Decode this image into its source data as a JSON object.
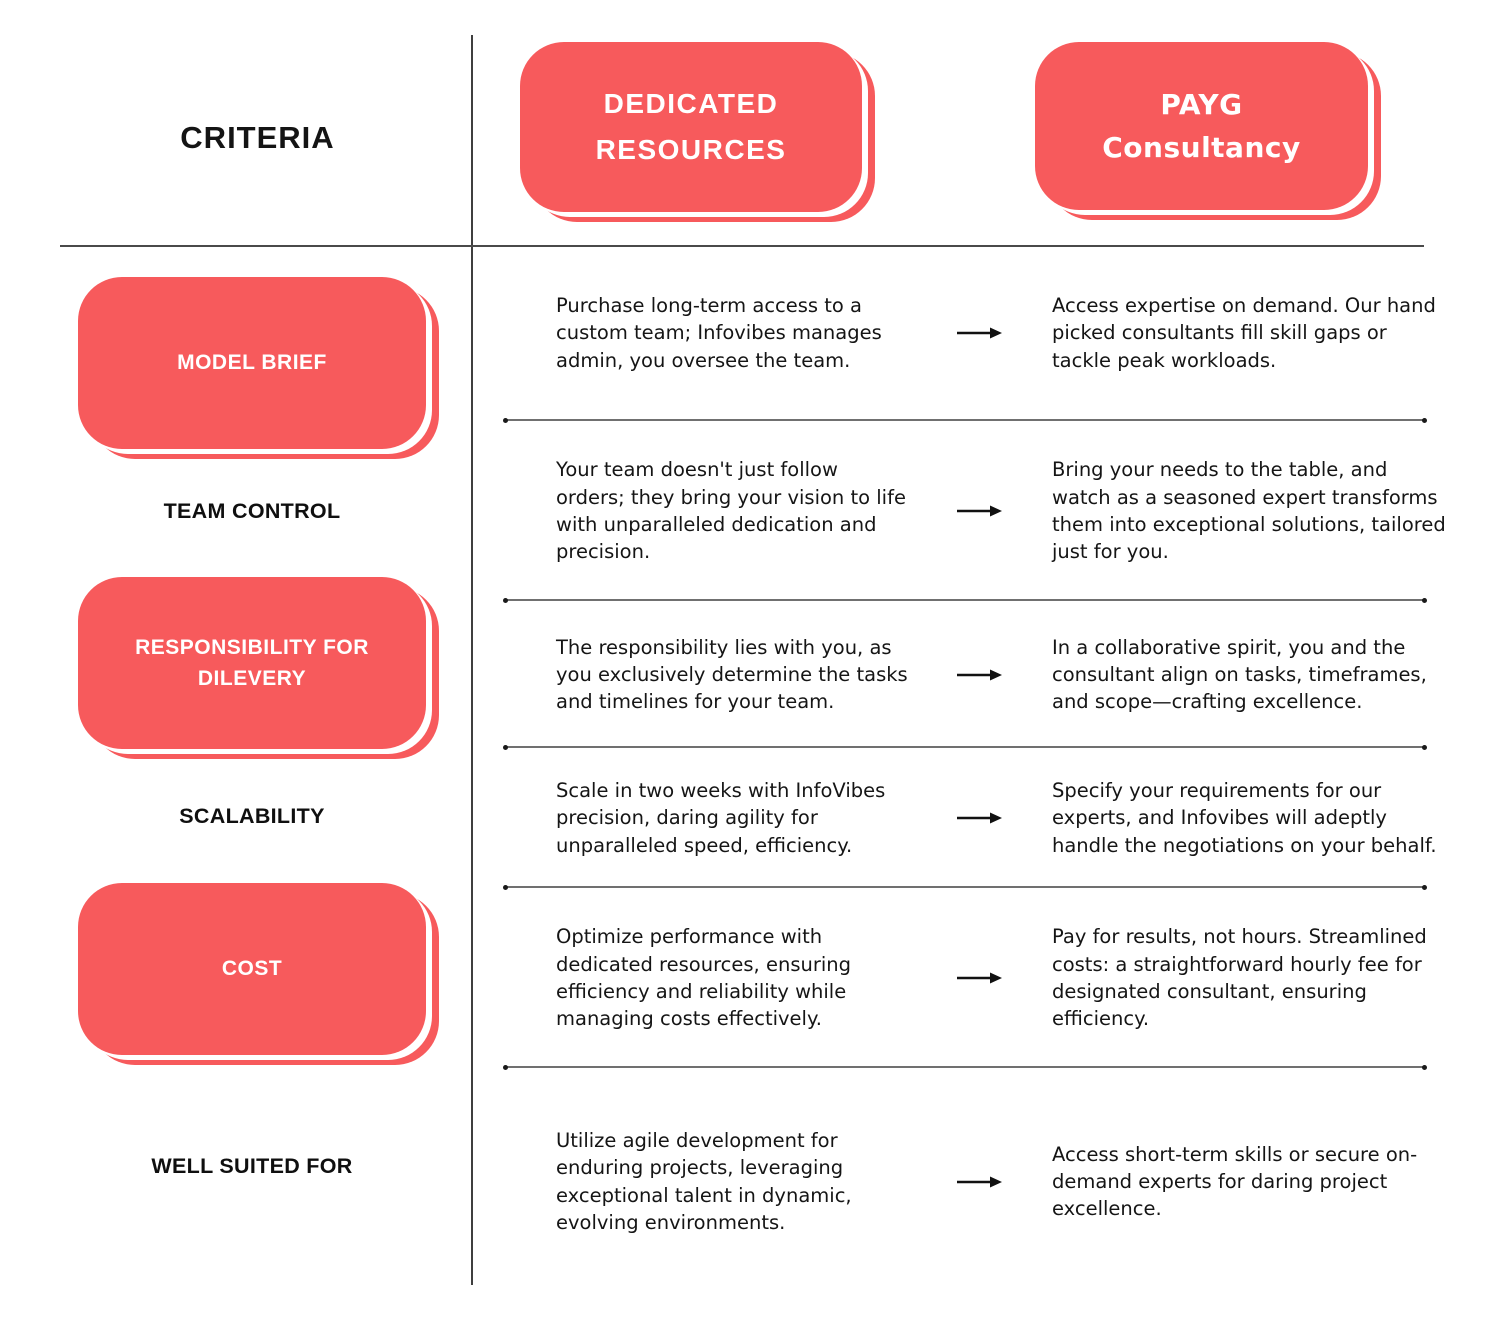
{
  "colors": {
    "accent": "#f75a5c",
    "ink": "#1c1c1c",
    "line": "#707070"
  },
  "icons": {
    "row_connector": "right-arrow-icon"
  },
  "header": {
    "criteria": "CRITERIA",
    "dedicated": "DEDICATED RESOURCES",
    "payg": "PAYG Consultancy"
  },
  "rows": [
    {
      "criterion": "MODEL BRIEF",
      "dedicated": "Purchase long-term access to a custom team; Infovibes manages admin, you oversee the team.",
      "payg": "Access expertise on demand. Our hand picked consultants fill skill gaps or tackle peak workloads."
    },
    {
      "criterion": "TEAM CONTROL",
      "dedicated": "Your team doesn't just follow orders; they bring your vision to life with unparalleled dedication and precision.",
      "payg": "Bring your needs to the table, and watch as a seasoned expert transforms them into exceptional solutions, tailored just for you."
    },
    {
      "criterion": "RESPONSIBILITY FOR DILEVERY",
      "dedicated": "The responsibility lies with you, as you exclusively determine the tasks and timelines for your team.",
      "payg": "In a collaborative spirit, you and the consultant align on tasks, timeframes, and scope—crafting excellence."
    },
    {
      "criterion": "SCALABILITY",
      "dedicated": "Scale in two weeks with InfoVibes precision, daring agility for unparalleled speed, efficiency.",
      "payg": "Specify your requirements for our experts, and Infovibes will adeptly handle the negotiations on your behalf."
    },
    {
      "criterion": "COST",
      "dedicated": "Optimize performance with dedicated resources, ensuring efficiency and reliability while managing costs effectively.",
      "payg": "Pay for results, not hours. Streamlined costs: a straightforward hourly fee for designated consultant, ensuring efficiency."
    },
    {
      "criterion": "WELL SUITED FOR",
      "dedicated": "Utilize agile development for enduring projects, leveraging exceptional talent in dynamic, evolving environments.",
      "payg": "Access short-term skills or secure on-demand experts for daring project excellence."
    }
  ]
}
